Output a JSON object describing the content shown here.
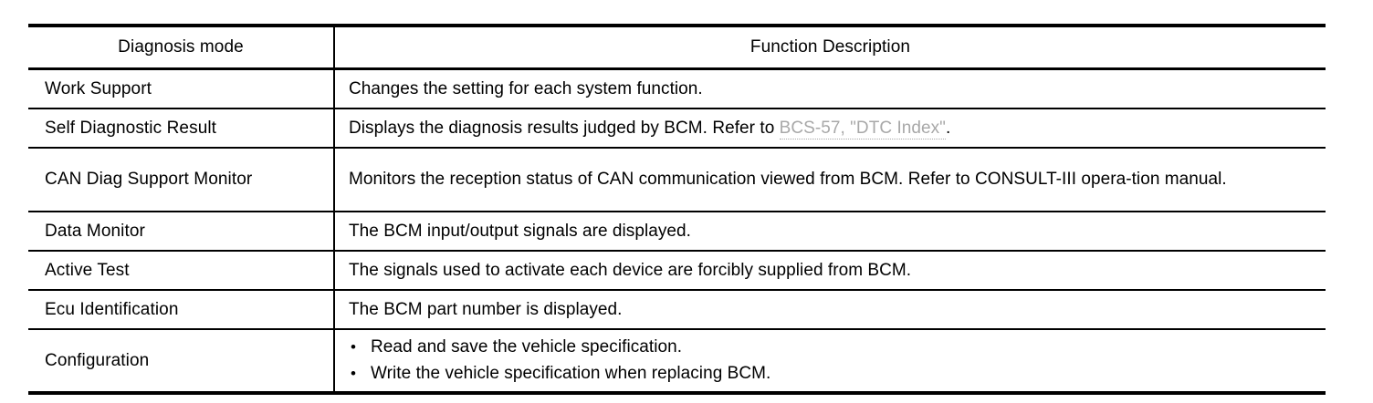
{
  "table": {
    "headers": {
      "mode": "Diagnosis mode",
      "description": "Function Description"
    },
    "rows": [
      {
        "mode": "Work Support",
        "description": "Changes the setting for each system function."
      },
      {
        "mode": "Self Diagnostic Result",
        "description_prefix": "Displays the diagnosis results judged by BCM. Refer to ",
        "xref": "BCS-57, \"DTC Index\"",
        "description_suffix": "."
      },
      {
        "mode": "CAN Diag Support Monitor",
        "description": "Monitors the reception status of CAN communication viewed from BCM. Refer to CONSULT-III opera-tion manual."
      },
      {
        "mode": "Data Monitor",
        "description": "The BCM input/output signals are displayed."
      },
      {
        "mode": "Active Test",
        "description": "The signals used to activate each device are forcibly supplied from BCM."
      },
      {
        "mode": "Ecu Identification",
        "description": "The BCM part number is displayed."
      },
      {
        "mode": "Configuration",
        "bullets": [
          "Read and save the vehicle specification.",
          "Write the vehicle specification when replacing BCM."
        ]
      }
    ]
  },
  "colors": {
    "text": "#000000",
    "rule": "#000000",
    "xref": "#a8a8a8",
    "background": "#ffffff"
  }
}
